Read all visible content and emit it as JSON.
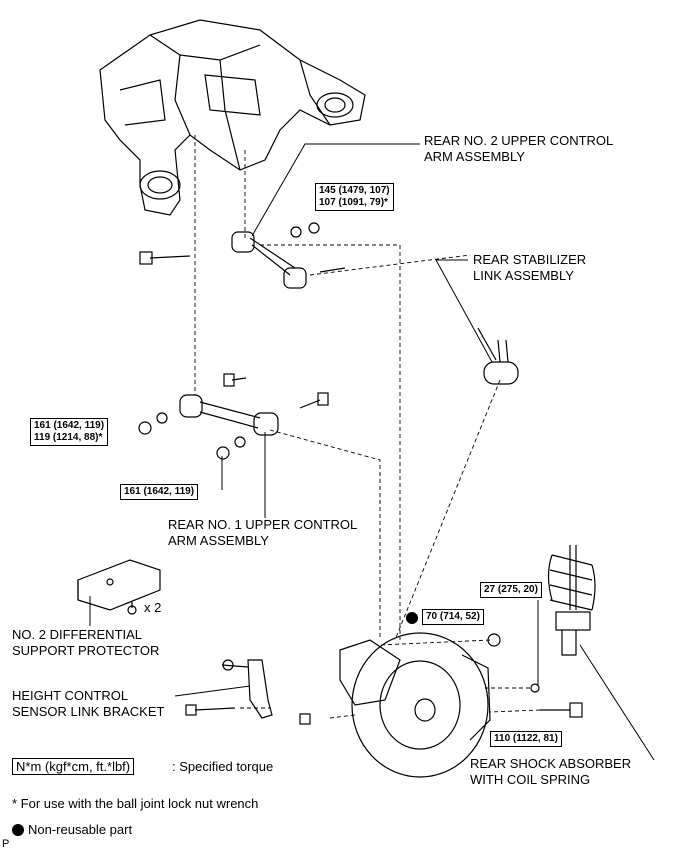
{
  "labels": {
    "upper_arm_2": [
      "REAR NO. 2 UPPER CONTROL",
      "ARM ASSEMBLY"
    ],
    "stabilizer_link": [
      "REAR STABILIZER",
      "LINK ASSEMBLY"
    ],
    "upper_arm_1": [
      "REAR NO. 1 UPPER CONTROL",
      "ARM ASSEMBLY"
    ],
    "diff_protector": [
      "NO. 2 DIFFERENTIAL",
      "SUPPORT PROTECTOR"
    ],
    "height_bracket": [
      "HEIGHT CONTROL",
      "SENSOR LINK BRACKET"
    ],
    "shock_absorber": [
      "REAR SHOCK ABSORBER",
      "WITH COIL SPRING"
    ],
    "qty_x2": "x 2"
  },
  "torques": {
    "t145": [
      "145 (1479, 107)",
      "107 (1091, 79)*"
    ],
    "t161a": [
      "161 (1642, 119)",
      "119 (1214, 88)*"
    ],
    "t161b": "161 (1642, 119)",
    "t27": "27 (275, 20)",
    "t70": "70 (714, 52)",
    "t110": "110 (1122, 81)"
  },
  "legend": {
    "unit_box": "N*m (kgf*cm, ft.*lbf)",
    "unit_text": ": Specified torque",
    "footnote": "* For use with the ball joint lock nut wrench",
    "nonreusable": "Non-reusable part"
  },
  "corner_mark": "P",
  "colors": {
    "ink": "#000000",
    "paper": "#ffffff"
  }
}
